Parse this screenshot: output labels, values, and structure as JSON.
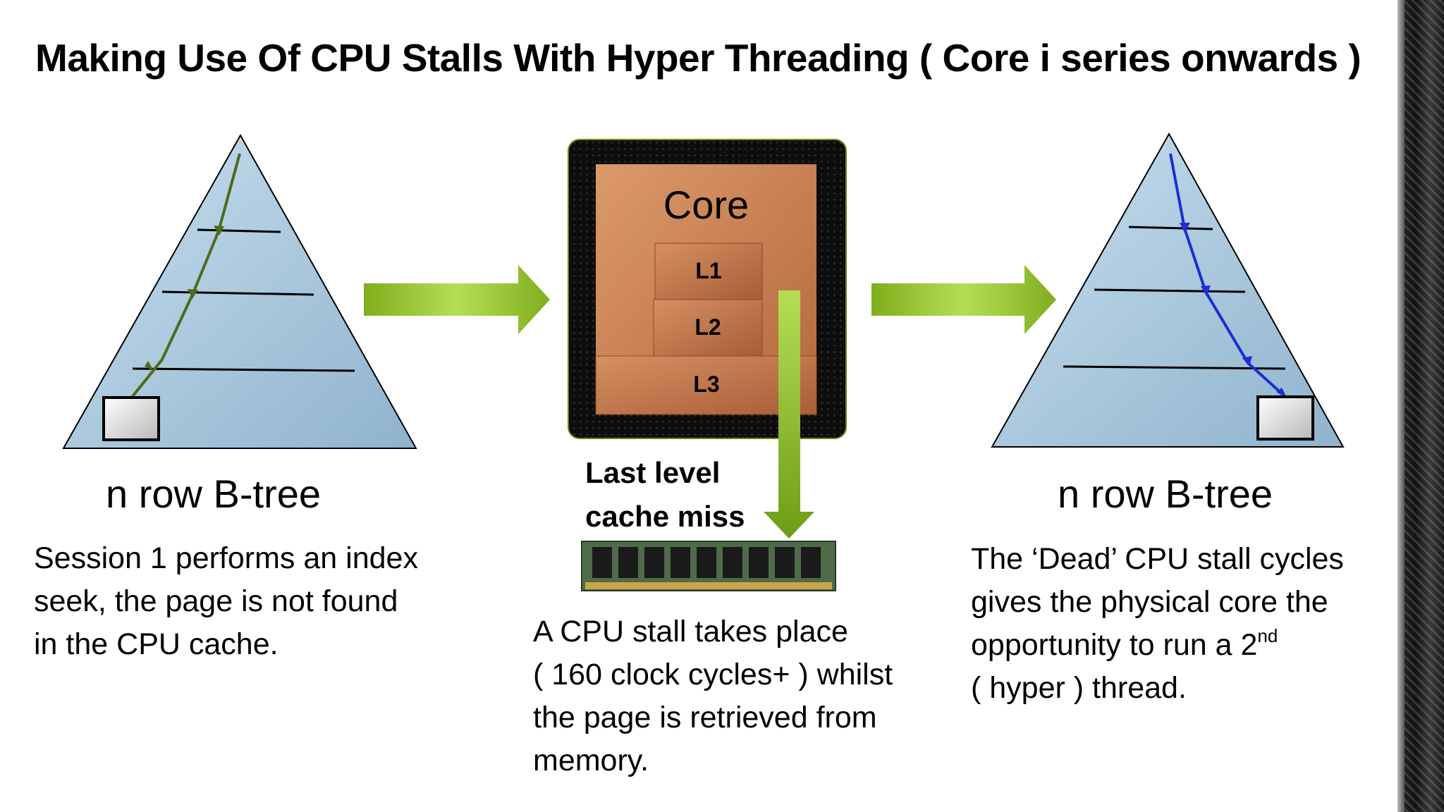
{
  "slide": {
    "title": "Making Use Of CPU Stalls With Hyper Threading ( Core i series onwards )"
  },
  "left_tree": {
    "label": "n row B-tree",
    "caption": [
      "Session 1 performs an index",
      "seek, the page is not found",
      "in the CPU cache."
    ],
    "path_color": "#4d6b1a"
  },
  "cpu": {
    "core_label": "Core",
    "caches": [
      "L1",
      "L2",
      "L3"
    ],
    "miss_label": [
      "Last level",
      "cache miss"
    ],
    "caption": [
      "A CPU stall takes place",
      "( 160 clock cycles+ ) whilst",
      "the page is retrieved from",
      "memory."
    ]
  },
  "right_tree": {
    "label": "n row B-tree",
    "caption_lines": [
      "The ‘Dead’ CPU stall cycles",
      "gives the physical core the"
    ],
    "caption_line3_pre": "opportunity to run a  2",
    "caption_line3_sup": "nd",
    "caption_line4": "( hyper ) thread.",
    "path_color": "#1a2fd6"
  },
  "colors": {
    "arrow_green": "#8fbf1f",
    "tree_fill": "#a8c8de",
    "core_fill": "#c8794a",
    "chip_border": "#0d0d0d"
  },
  "icons": [
    "memory-module-icon"
  ]
}
